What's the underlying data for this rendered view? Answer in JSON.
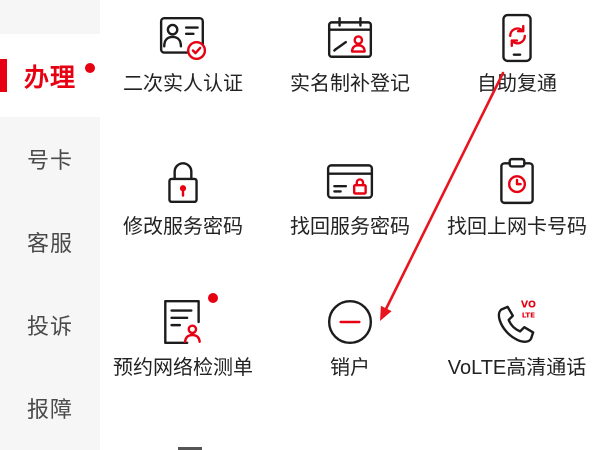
{
  "theme": {
    "accent": "#e60012",
    "sidebar_bg": "#f6f6f6",
    "text": "#222222",
    "sidebar_text": "#4a4a4a"
  },
  "sidebar": {
    "items": [
      {
        "label": "办理",
        "active": true,
        "badge_dot": true
      },
      {
        "label": "号卡",
        "active": false
      },
      {
        "label": "客服",
        "active": false
      },
      {
        "label": "投诉",
        "active": false
      },
      {
        "label": "报障",
        "active": false
      }
    ]
  },
  "services": [
    {
      "label": "二次实人认证",
      "icon": "id-card-check-icon"
    },
    {
      "label": "实名制补登记",
      "icon": "calendar-person-icon"
    },
    {
      "label": "自助复通",
      "icon": "phone-refresh-icon"
    },
    {
      "label": "修改服务密码",
      "icon": "lock-icon"
    },
    {
      "label": "找回服务密码",
      "icon": "card-lock-icon"
    },
    {
      "label": "找回上网卡号码",
      "icon": "clipboard-clock-icon"
    },
    {
      "label": "预约网络检测单",
      "icon": "document-person-icon",
      "badge_dot": true
    },
    {
      "label": "销户",
      "icon": "circle-minus-icon"
    },
    {
      "label": "VoLTE高清通话",
      "icon": "volte-phone-icon",
      "icon_text": [
        "VO",
        "LTE"
      ]
    }
  ]
}
